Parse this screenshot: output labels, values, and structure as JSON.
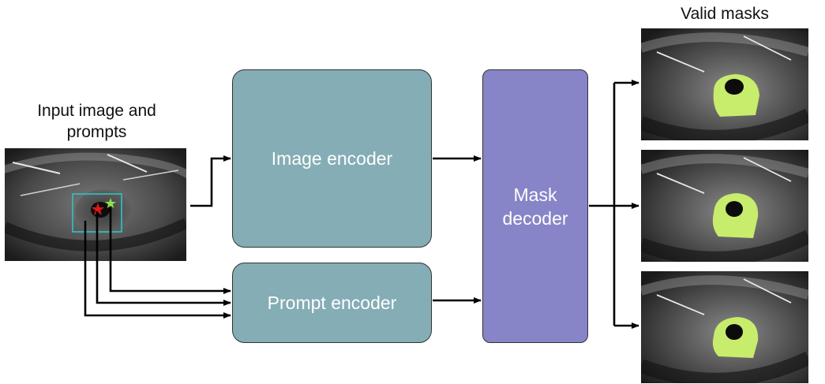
{
  "labels": {
    "input": "Input image and prompts",
    "output": "Valid masks"
  },
  "blocks": {
    "image_encoder": "Image encoder",
    "prompt_encoder": "Prompt encoder",
    "mask_decoder": "Mask decoder"
  },
  "colors": {
    "encoder_fill": "#84adb5",
    "decoder_fill": "#8784c8",
    "mask_fill": "#c8ec6c",
    "box_prompt": "#2ec4c4",
    "point_prompt_red": "#e01818",
    "point_prompt_green": "#8ee24a",
    "arrow": "#000000"
  },
  "icons": [
    "eye-photo",
    "star-icon",
    "bounding-box-icon"
  ]
}
